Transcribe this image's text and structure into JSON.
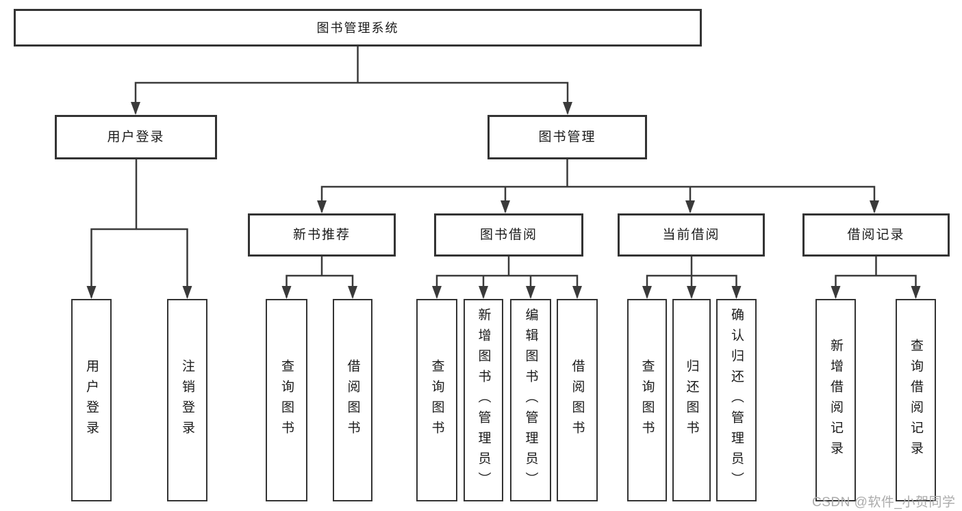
{
  "diagram": {
    "root": {
      "label": "图书管理系统"
    },
    "children": [
      {
        "label": "用户登录",
        "children": [
          {
            "label": "用户登录"
          },
          {
            "label": "注销登录"
          }
        ]
      },
      {
        "label": "图书管理",
        "children": [
          {
            "label": "新书推荐",
            "children": [
              {
                "label": "查询图书"
              },
              {
                "label": "借阅图书"
              }
            ]
          },
          {
            "label": "图书借阅",
            "children": [
              {
                "label": "查询图书"
              },
              {
                "label": "新增图书（管理员）"
              },
              {
                "label": "编辑图书（管理员）"
              },
              {
                "label": "借阅图书"
              }
            ]
          },
          {
            "label": "当前借阅",
            "children": [
              {
                "label": "查询图书"
              },
              {
                "label": "归还图书"
              },
              {
                "label": "确认归还（管理员）"
              }
            ]
          },
          {
            "label": "借阅记录",
            "children": [
              {
                "label": "新增借阅记录"
              },
              {
                "label": "查询借阅记录"
              }
            ]
          }
        ]
      }
    ]
  },
  "watermark": {
    "text": "CSDN @软件_小贺同学"
  },
  "colors": {
    "line": "#3a3a3a",
    "box_border": "#333333",
    "box_fill": "#ffffff",
    "text": "#1a1a1a",
    "watermark": "#ababab"
  }
}
